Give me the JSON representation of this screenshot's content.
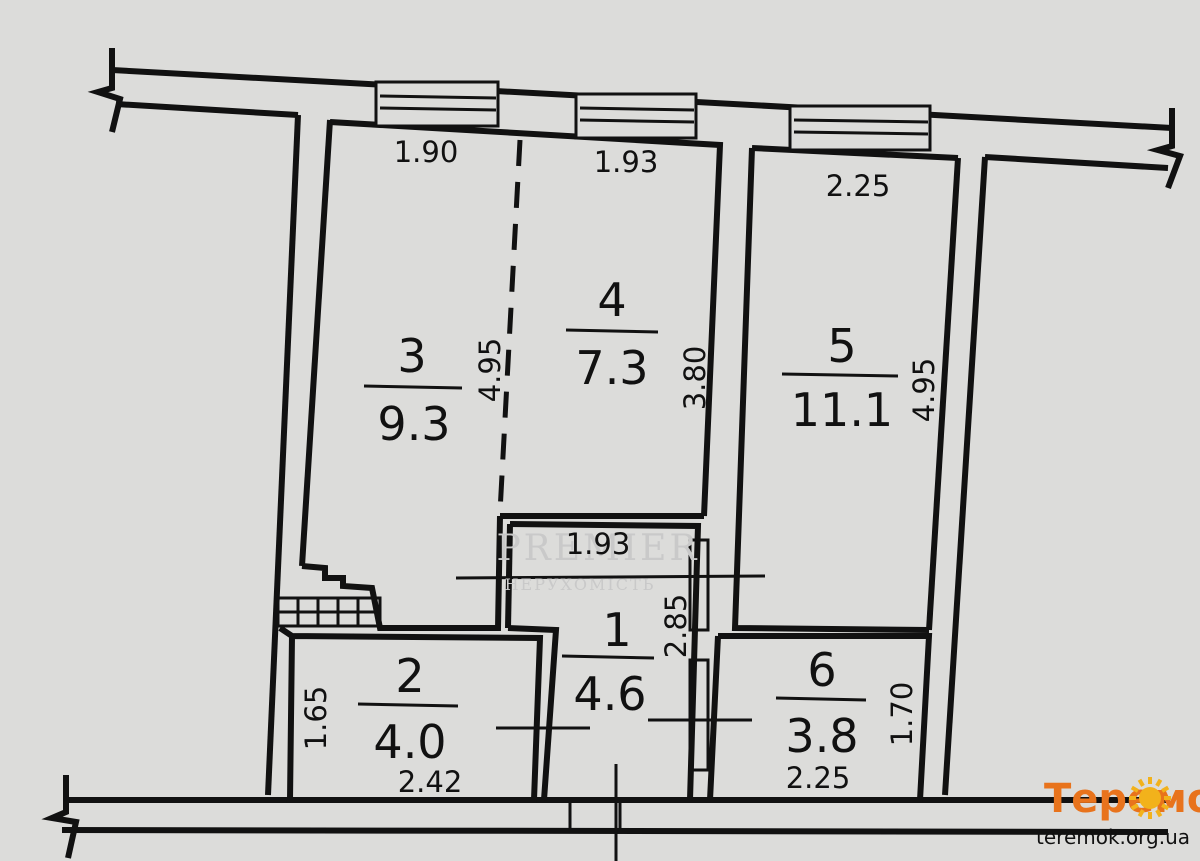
{
  "plan": {
    "rooms": [
      {
        "id": "1",
        "number": "1",
        "area": "4.6",
        "dims": [
          "1.93",
          "2.85"
        ]
      },
      {
        "id": "2",
        "number": "2",
        "area": "4.0",
        "dims": [
          "1.65",
          "2.42"
        ]
      },
      {
        "id": "3",
        "number": "3",
        "area": "9.3",
        "dims": [
          "1.90",
          "4.95"
        ]
      },
      {
        "id": "4",
        "number": "4",
        "area": "7.3",
        "dims": [
          "1.93",
          "3.80"
        ]
      },
      {
        "id": "5",
        "number": "5",
        "area": "11.1",
        "dims": [
          "2.25",
          "4.95"
        ]
      },
      {
        "id": "6",
        "number": "6",
        "area": "3.8",
        "dims": [
          "1.70",
          "2.25"
        ]
      }
    ]
  },
  "watermark": {
    "title": "PREMIER",
    "subtitle": "НЕРУХОМІСТЬ"
  },
  "brand": {
    "logo_text": "Теремок",
    "url": "teremok.org.ua",
    "colors": {
      "logo": "#e8731c",
      "sun": "#f2b21b"
    }
  }
}
